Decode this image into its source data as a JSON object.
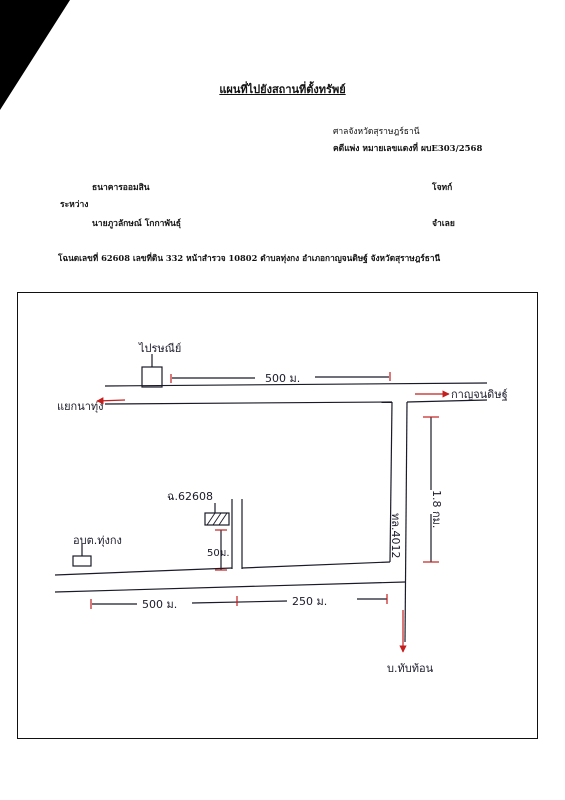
{
  "document": {
    "title": "แผนที่ไปยังสถานที่ตั้งทรัพย์",
    "court": "ศาลจังหวัดสุราษฎร์ธานี",
    "case_number": "คดีแพ่ง หมายเลขแดงที่ ผบE303/2568",
    "plaintiff_name": "ธนาคารออมสิน",
    "plaintiff_role": "โจทก์",
    "between_label": "ระหว่าง",
    "defendant_name": "นายภูวลักษณ์ โกกาพันธุ์",
    "defendant_role": "จำเลย",
    "deed_info": "โฉนดเลขที่ 62608 เลขที่ดิน 332 หน้าสำรวจ 10802 ตำบลทุ่งกง อำเภอกาญจนดิษฐ์ จังหวัดสุราษฎร์ธานี"
  },
  "map": {
    "post_office": "ไปรษณีย์",
    "junction": "แยกนาทุ่ง",
    "to_kanchanadit": "กาญจนดิษฐ์",
    "dist_top": "500 ม.",
    "dist_right": "1.8 กม.",
    "road_code": "ทล.4012",
    "parcel": "ฉ.62608",
    "parcel_dist": "50ม.",
    "abt": "อบต.ทุ่งกง",
    "dist_bottom_left": "500 ม.",
    "dist_bottom_right": "250 ม.",
    "to_village": "บ.ทับท้อน"
  }
}
